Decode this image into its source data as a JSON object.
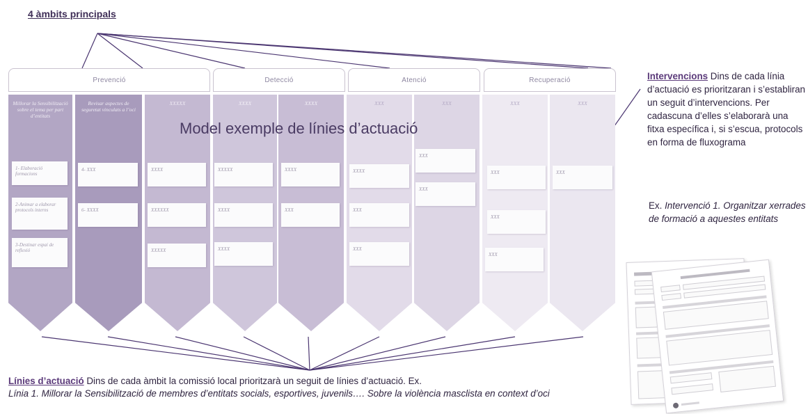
{
  "title": "4 àmbits principals",
  "center_title": "Model exemple de línies d’actuació",
  "ambits": [
    {
      "label": "Prevenció"
    },
    {
      "label": "Detecció"
    },
    {
      "label": "Atenció"
    },
    {
      "label": "Recuperació"
    }
  ],
  "columns": [
    {
      "header": "Millorar la Sensibilització sobre el tema per part d’entitats",
      "cards": [
        "1- Elaboració formacions",
        "2-Animar a elaborar protocols interns",
        "3-Destinar espai de reflexió"
      ]
    },
    {
      "header": "Revisar aspectes de seguretat vinculats a l’oci",
      "cards": [
        "4- XXX",
        "6- XXXX"
      ]
    },
    {
      "header": "XXXXX",
      "cards": [
        "XXXX",
        "XXXXXX",
        "XXXXX"
      ]
    },
    {
      "header": "XXXX",
      "cards": [
        "XXXXX",
        "XXXX",
        "XXXX"
      ]
    },
    {
      "header": "XXXX",
      "cards": [
        "XXXX",
        "XXX"
      ]
    },
    {
      "header": "XXX",
      "cards": [
        "XXXX",
        "XXX",
        "XXX"
      ]
    },
    {
      "header": "XXX",
      "cards": [
        "XXX",
        "XXX"
      ]
    },
    {
      "header": "XXX",
      "cards": [
        "XXX",
        "XXX",
        "XXX"
      ]
    },
    {
      "header": "XXX",
      "cards": [
        "XXX"
      ]
    }
  ],
  "intervencions": {
    "heading": "Intervencions",
    "text": " Dins de cada línia d’actuació es prioritzaran i s’establiran un seguit d’intervencions. Per cadascuna d’elles s’elaborarà una fitxa específica i, si s’escua, protocols en forma de fluxograma",
    "example_prefix": "Ex. ",
    "example": "Intervenció 1. Organitzar xerrades de formació a aquestes entitats"
  },
  "linies": {
    "heading": "Línies d’actuació",
    "text": " Dins de cada àmbit la comissió local prioritzarà un seguit de línies d’actuació. Ex.",
    "example": "Línia 1. Millorar la Sensibilització de membres d’entitats socials, esportives, juvenils…. Sobre la violència masclista en context d’oci"
  },
  "colors": {
    "dark": "#a99bbd",
    "medium": "#c9bfd6",
    "light": "#ece8f1",
    "line": "#4a3570"
  }
}
